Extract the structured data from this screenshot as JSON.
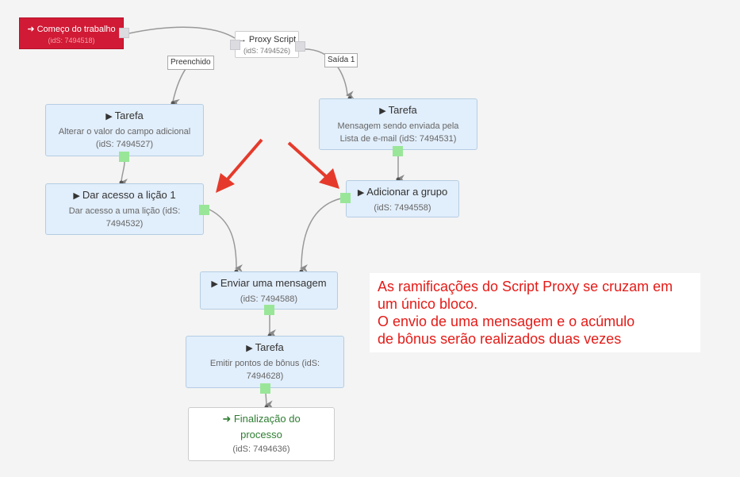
{
  "nodes": {
    "start": {
      "icon": "sign-in-icon",
      "glyph": "➜",
      "title": "Começo do trabalho",
      "id_text": "(idS: 7494518)"
    },
    "proxy": {
      "icon": "arrow-right-icon",
      "glyph": "→",
      "title": "Proxy Script",
      "id_text": "(idS: 7494526)"
    },
    "task_left": {
      "icon": "play-icon",
      "glyph": "▶",
      "title": "Tarefa",
      "desc": "Alterar o valor do campo adicional (idS: 7494527)"
    },
    "task_right": {
      "icon": "play-icon",
      "glyph": "▶",
      "title": "Tarefa",
      "desc": "Mensagem sendo enviada pela Lista de e-mail (idS: 7494531)"
    },
    "lesson": {
      "icon": "play-icon",
      "glyph": "▶",
      "title": "Dar acesso a lição 1",
      "desc": "Dar acesso a uma lição (idS: 7494532)"
    },
    "group": {
      "icon": "play-icon",
      "glyph": "▶",
      "title": "Adicionar a grupo",
      "desc": "(idS: 7494558)"
    },
    "message": {
      "icon": "play-icon",
      "glyph": "▶",
      "title": "Enviar uma mensagem",
      "desc": "(idS: 7494588)"
    },
    "bonus": {
      "icon": "play-icon",
      "glyph": "▶",
      "title": "Tarefa",
      "desc": "Emitir pontos de bônus (idS: 7494628)"
    },
    "end": {
      "icon": "sign-out-icon",
      "glyph": "➜",
      "title": "Finalização do processo",
      "desc": "(idS: 7494636)"
    }
  },
  "edge_labels": {
    "filled": "Preenchido",
    "exit1": "Saída 1"
  },
  "note": {
    "lines": [
      "As ramificações do Script Proxy se cruzam em",
      "um único bloco.",
      "O envio de uma mensagem e o acúmulo",
      "de bônus serão realizados duas vezes"
    ]
  },
  "colors": {
    "start_bg": "#d11a35",
    "node_bg": "#e1eefb",
    "port_green": "#99e699",
    "annotation_red": "#e41b17",
    "end_text": "#2e7d32"
  }
}
